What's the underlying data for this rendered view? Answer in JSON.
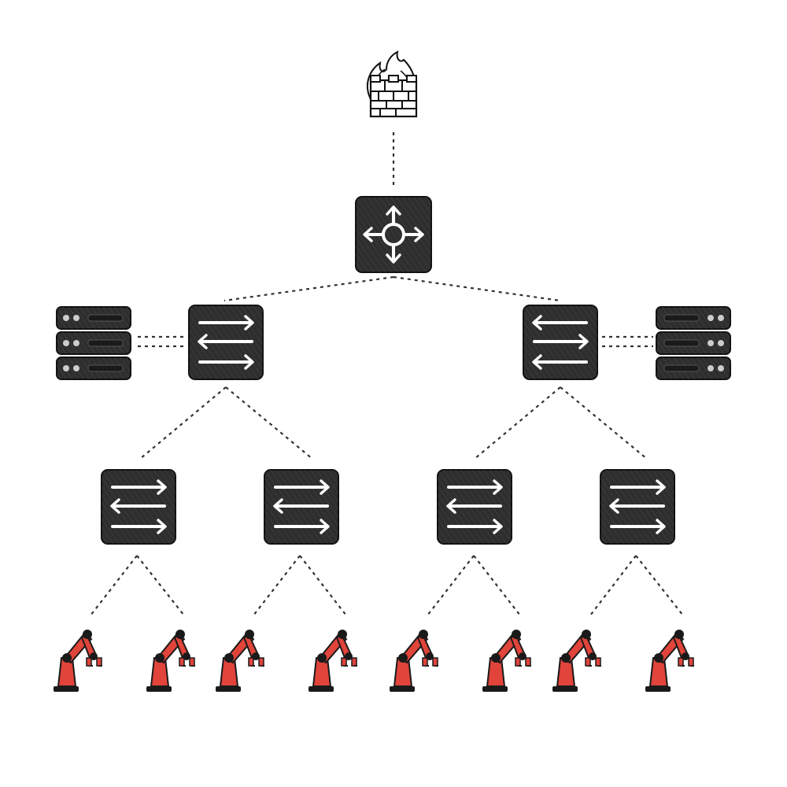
{
  "colors": {
    "background": "#ffffff",
    "device_fill": "#2e2e2e",
    "device_outline": "#111111",
    "glyph": "#ffffff",
    "link": "#333333",
    "robot_arm": "#e0443a",
    "robot_outline": "#1a1a1a",
    "firewall_outline": "#111111"
  },
  "nodes": {
    "firewall": {
      "icon": "firewall-icon"
    },
    "router": {
      "icon": "router-icon"
    },
    "distribution_switches": [
      {
        "id": "dist-switch-left",
        "icon": "switch-icon"
      },
      {
        "id": "dist-switch-right",
        "icon": "switch-icon"
      }
    ],
    "servers": [
      {
        "id": "server-left",
        "icon": "server-rack-icon",
        "attached_to": "dist-switch-left"
      },
      {
        "id": "server-right",
        "icon": "server-rack-icon",
        "attached_to": "dist-switch-right"
      }
    ],
    "access_switches": [
      {
        "id": "access-switch-1",
        "icon": "switch-icon",
        "uplink": "dist-switch-left"
      },
      {
        "id": "access-switch-2",
        "icon": "switch-icon",
        "uplink": "dist-switch-left"
      },
      {
        "id": "access-switch-3",
        "icon": "switch-icon",
        "uplink": "dist-switch-right"
      },
      {
        "id": "access-switch-4",
        "icon": "switch-icon",
        "uplink": "dist-switch-right"
      }
    ],
    "robots": [
      {
        "id": "robot-arm-1",
        "icon": "robot-arm-icon",
        "uplink": "access-switch-1"
      },
      {
        "id": "robot-arm-2",
        "icon": "robot-arm-icon",
        "uplink": "access-switch-1"
      },
      {
        "id": "robot-arm-3",
        "icon": "robot-arm-icon",
        "uplink": "access-switch-2"
      },
      {
        "id": "robot-arm-4",
        "icon": "robot-arm-icon",
        "uplink": "access-switch-2"
      },
      {
        "id": "robot-arm-5",
        "icon": "robot-arm-icon",
        "uplink": "access-switch-3"
      },
      {
        "id": "robot-arm-6",
        "icon": "robot-arm-icon",
        "uplink": "access-switch-3"
      },
      {
        "id": "robot-arm-7",
        "icon": "robot-arm-icon",
        "uplink": "access-switch-4"
      },
      {
        "id": "robot-arm-8",
        "icon": "robot-arm-icon",
        "uplink": "access-switch-4"
      }
    ]
  }
}
